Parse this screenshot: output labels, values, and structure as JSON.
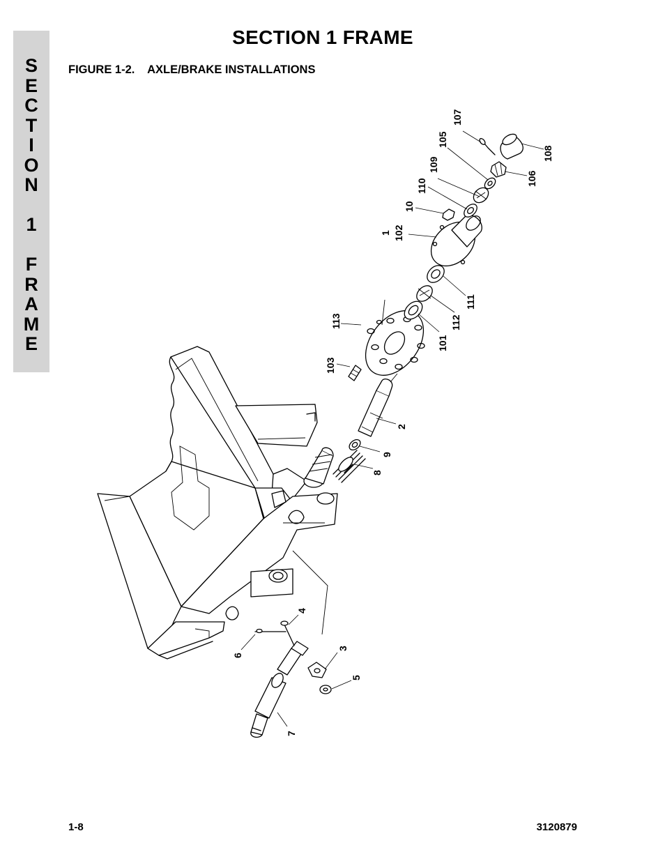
{
  "side_tab": {
    "letters": [
      "S",
      "E",
      "C",
      "T",
      "I",
      "O",
      "N",
      " ",
      "1",
      " ",
      "F",
      "R",
      "A",
      "M",
      "E"
    ]
  },
  "header": {
    "title": "SECTION 1  FRAME",
    "figure_title": "FIGURE 1-2.    AXLE/BRAKE INSTALLATIONS"
  },
  "callouts": {
    "c107": "107",
    "c105": "105",
    "c108": "108",
    "c109": "109",
    "c106": "106",
    "c110": "110",
    "c10": "10",
    "c1": "1",
    "c102": "102",
    "c111": "111",
    "c112": "112",
    "c113": "113",
    "c101": "101",
    "c103": "103",
    "c2": "2",
    "c9": "9",
    "c8": "8",
    "c4": "4",
    "c3": "3",
    "c6": "6",
    "c5": "5",
    "c7": "7"
  },
  "footer": {
    "page_number": "1-8",
    "document_number": "3120879"
  }
}
